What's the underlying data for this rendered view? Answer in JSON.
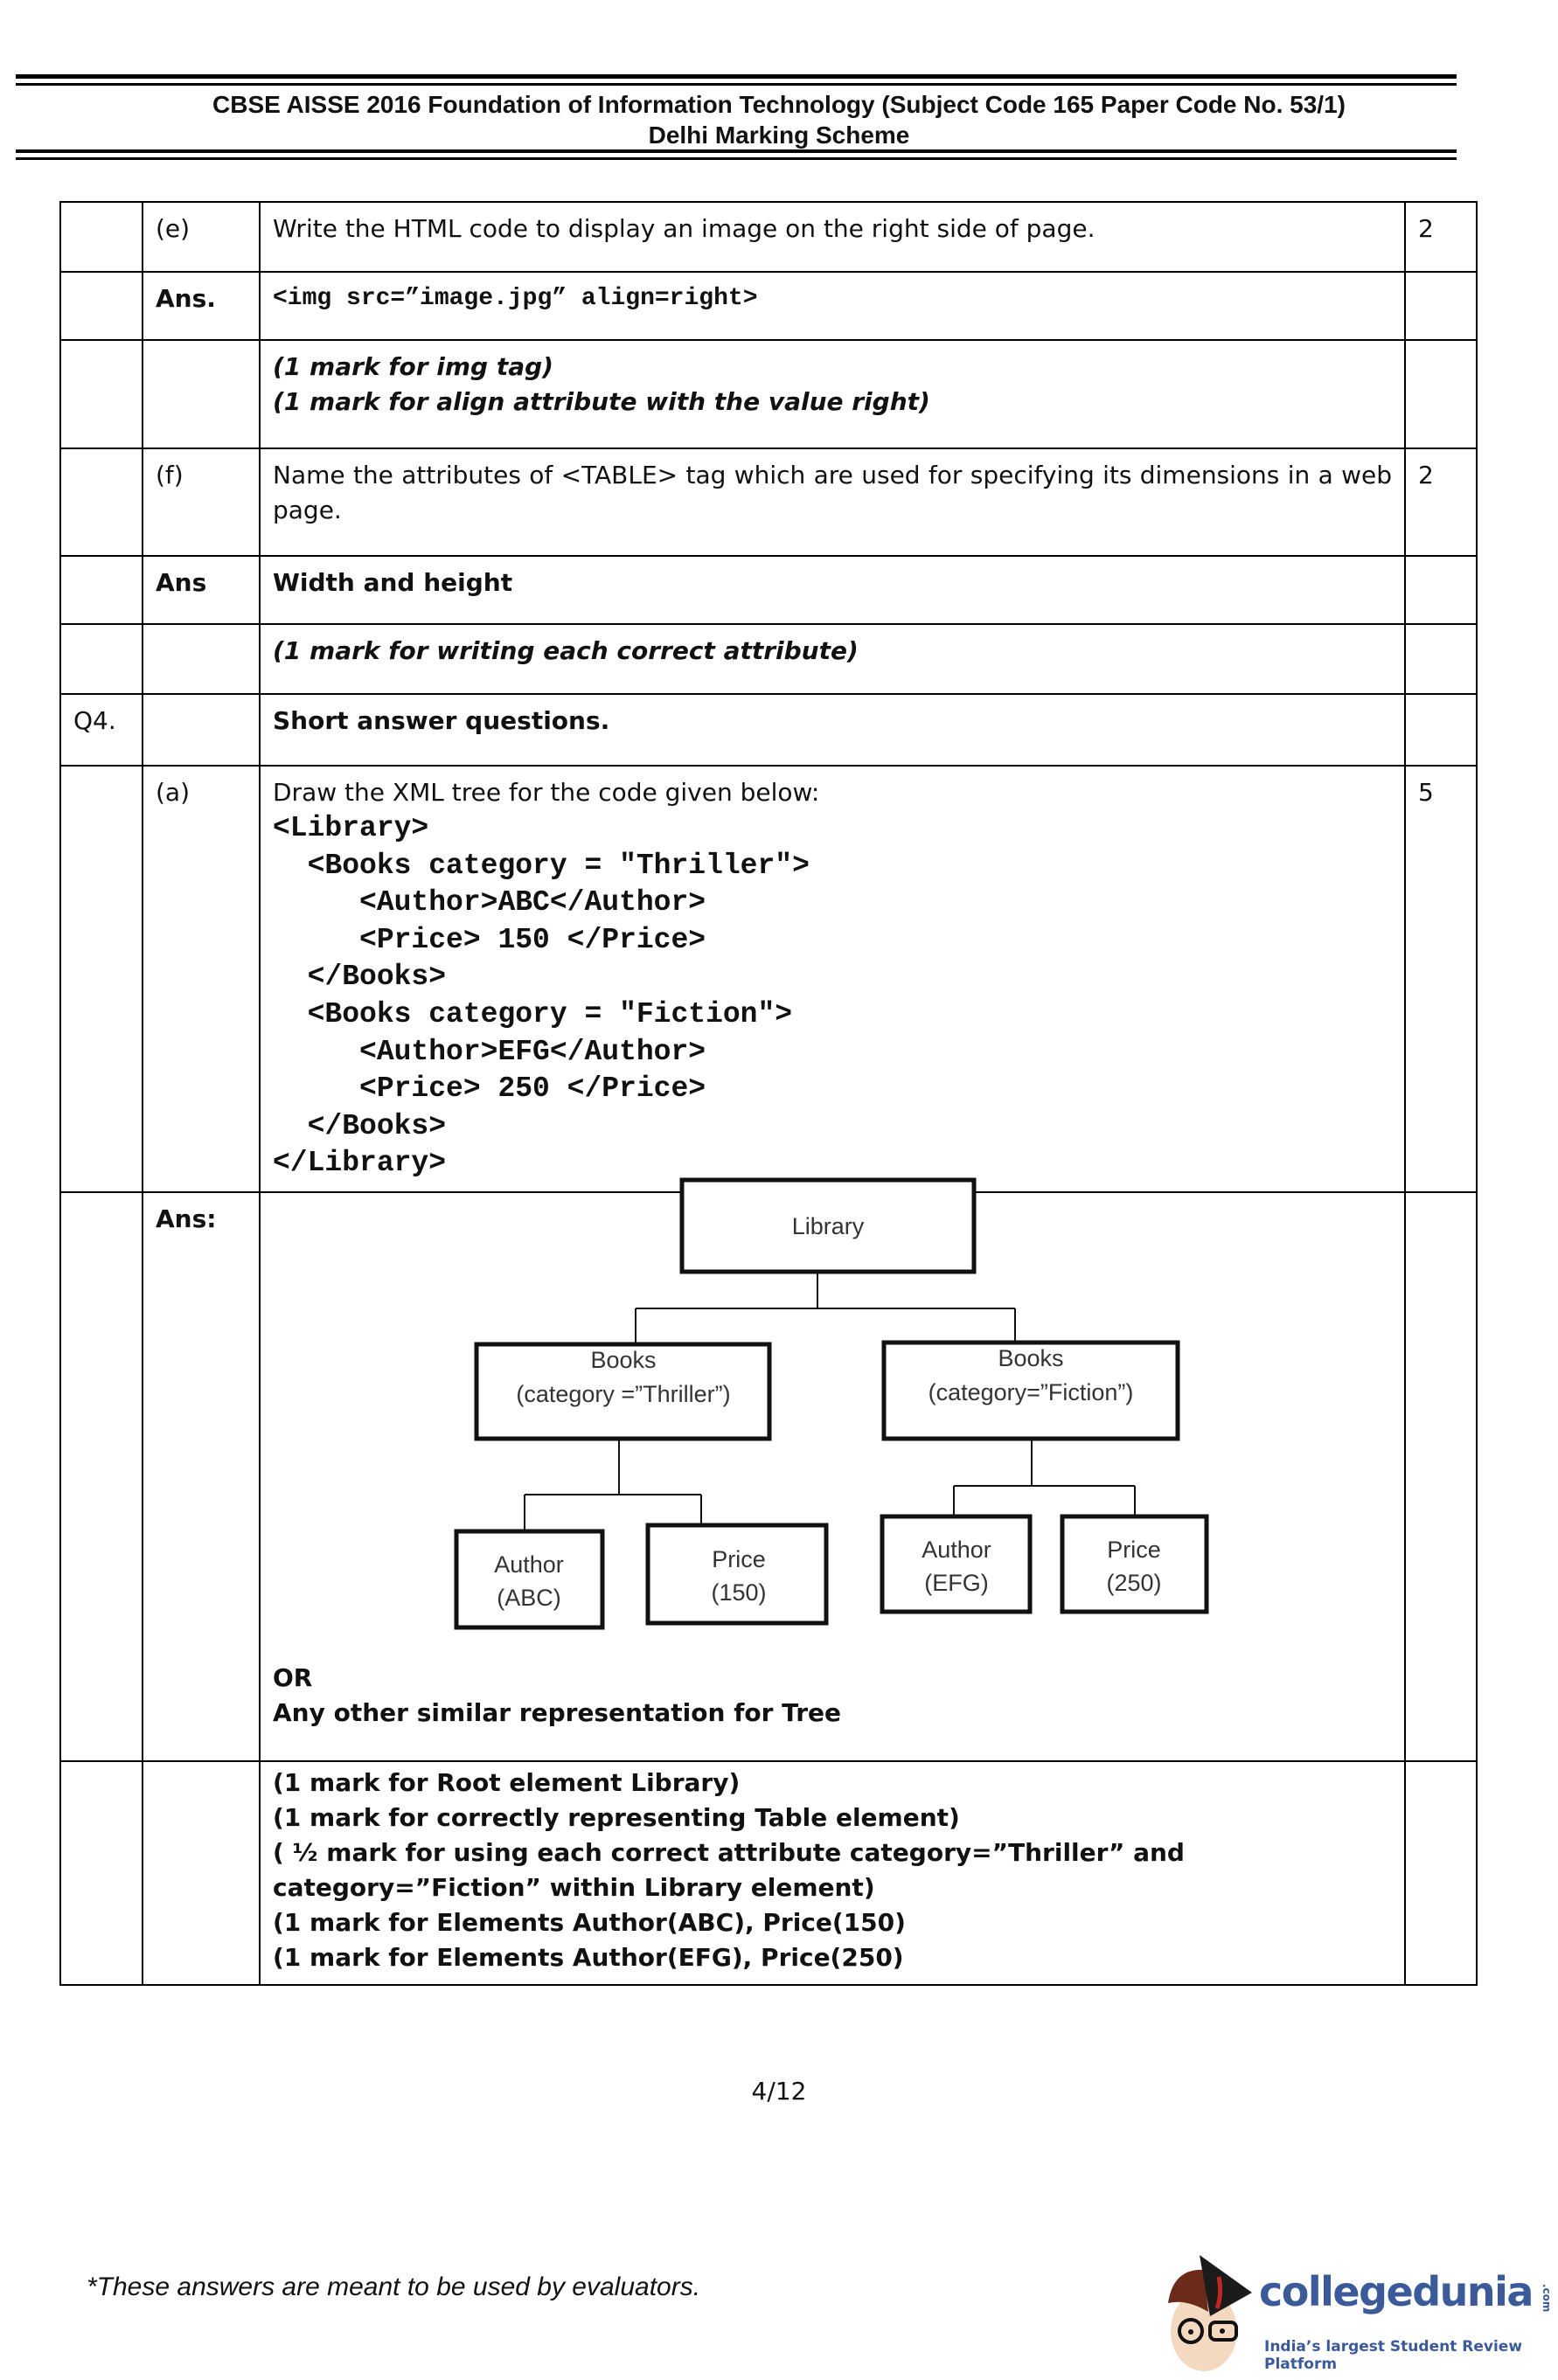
{
  "header": {
    "title": "CBSE AISSE 2016 Foundation of Information Technology (Subject Code 165 Paper Code No. 53/1)",
    "subtitle": "Delhi Marking Scheme"
  },
  "rows": {
    "e_label": "(e)",
    "e_question": "Write the HTML code to display an image on the right side of page.",
    "e_marks": "2",
    "e_ans_label": "Ans.",
    "e_answer": "<img src=”image.jpg” align=right>",
    "e_scheme_1": "(1 mark for img tag)",
    "e_scheme_2": "(1 mark for align attribute with the value right)",
    "f_label": "(f)",
    "f_question": "Name the attributes of <TABLE> tag which are used for specifying its dimensions in a web page.",
    "f_marks": "2",
    "f_ans_label": "Ans",
    "f_answer": "Width and height",
    "f_scheme": "(1 mark for writing each correct attribute)",
    "q4_label": "Q4.",
    "q4_title": "Short answer questions.",
    "a_label": "(a)",
    "a_question": "Draw the XML tree for the code given below:",
    "a_code": [
      "<Library>",
      "  <Books category = \"Thriller\">",
      "     <Author>ABC</Author>",
      "     <Price> 150 </Price>",
      "  </Books>",
      "  <Books category = \"Fiction\">",
      "     <Author>EFG</Author>",
      "     <Price> 250 </Price>",
      "  </Books>",
      "</Library>"
    ],
    "a_marks": "5",
    "a_ans_label": "Ans:",
    "a_or": "OR",
    "a_alt": "Any other similar representation for Tree",
    "a_scheme": [
      "(1 mark for Root element Library)",
      "(1 mark for correctly representing Table element)",
      "( ½ mark for using each correct attribute category=”Thriller” and",
      "category=”Fiction” within Library element)",
      "(1 mark for Elements Author(ABC), Price(150)",
      "(1 mark for Elements Author(EFG), Price(250)"
    ]
  },
  "tree": {
    "root": "Library",
    "books1_l1": "Books",
    "books1_l2": "(category =”Thriller”)",
    "books2_l1": "Books",
    "books2_l2": "(category=”Fiction”)",
    "author1_l1": "Author",
    "author1_l2": "(ABC)",
    "price1_l1": "Price",
    "price1_l2": "(150)",
    "author2_l1": "Author",
    "author2_l2": "(EFG)",
    "price2_l1": "Price",
    "price2_l2": "(250)"
  },
  "page_number": "4/12",
  "footer_note": "*These answers are meant to be used by evaluators.",
  "logo": {
    "brand": "collegedunia",
    "domain": ".com",
    "tagline": "India’s largest Student Review Platform",
    "brand_color": "#3b5a9a"
  }
}
